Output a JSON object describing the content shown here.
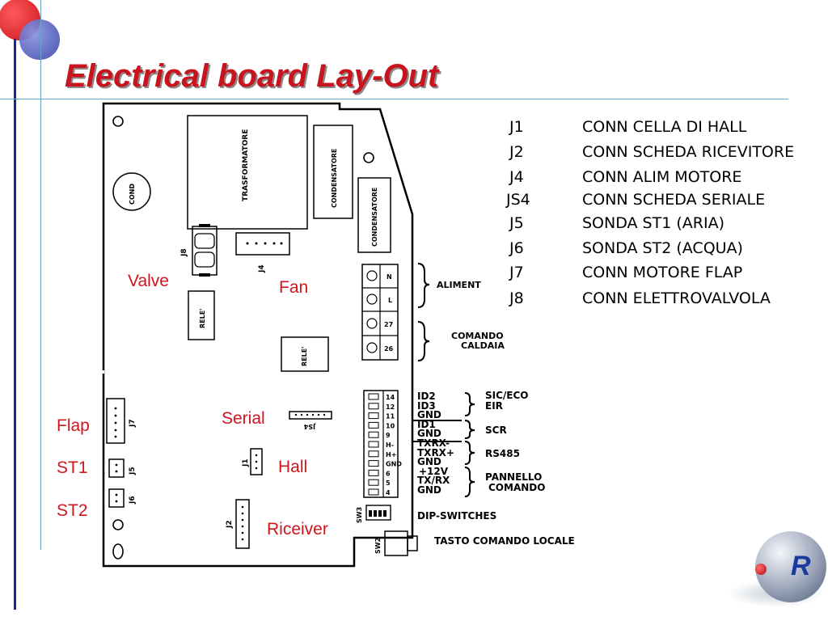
{
  "slide": {
    "title": "Electrical board Lay-Out",
    "colors": {
      "title": "#c8141e",
      "callout": "#d0141c",
      "accent_line": "#1a2a8a",
      "rule": "#5fa8c8"
    }
  },
  "board": {
    "components": {
      "trasformatore": "TRASFORMATORE",
      "condensatore1": "CONDENSATORE",
      "condensatore2": "CONDENSATORE",
      "cond": "COND",
      "rele1": "RELE'",
      "rele2": "RELE'",
      "j8": "J8",
      "j4": "J4",
      "j7": "J7",
      "j5": "J5",
      "j6": "J6",
      "j1": "J1",
      "j2": "J2",
      "js4": "JS4",
      "sw3": "SW3",
      "sw2": "SW2"
    },
    "power_terminals": [
      "N",
      "L",
      "27",
      "26"
    ],
    "groups": {
      "aliment": "ALIMENT",
      "comando_caldaia_1": "COMANDO",
      "comando_caldaia_2": "CALDAIA"
    },
    "bottom_terminal_pins": [
      "14",
      "12",
      "11",
      "10",
      "9",
      "H-",
      "H+",
      "GND",
      "6",
      "5",
      "4"
    ],
    "signals": [
      "ID2",
      "ID3",
      "GND",
      "ID1",
      "GND",
      "TXRX-",
      "TXRX+",
      "GND",
      "+12V",
      "TX/RX",
      "GND"
    ],
    "signal_groups": {
      "sic_eco": "SIC/ECO",
      "eir": "EIR",
      "scr": "SCR",
      "rs485": "RS485",
      "pannello": "PANNELLO",
      "comando": "COMANDO"
    },
    "dip_switches": "DIP-SWITCHES",
    "tasto": "TASTO COMANDO LOCALE"
  },
  "legend": [
    {
      "id": "J1",
      "desc": "CONN  CELLA  DI  HALL"
    },
    {
      "id": "J2",
      "desc": "CONN  SCHEDA  RICEVITORE"
    },
    {
      "id": "J4",
      "desc": "CONN  ALIM  MOTORE"
    },
    {
      "id": "JS4",
      "desc": "CONN  SCHEDA  SERIALE"
    },
    {
      "id": "J5",
      "desc": "SONDA  ST1  (ARIA)"
    },
    {
      "id": "J6",
      "desc": "SONDA  ST2  (ACQUA)"
    },
    {
      "id": "J7",
      "desc": "CONN  MOTORE  FLAP"
    },
    {
      "id": "J8",
      "desc": "CONN  ELETTROVALVOLA"
    }
  ],
  "callouts": {
    "valve": "Valve",
    "fan": "Fan",
    "flap": "Flap",
    "st1": "ST1",
    "st2": "ST2",
    "serial": "Serial",
    "hall": "Hall",
    "riceiver": "Riceiver"
  },
  "logo": {
    "letter": "R"
  }
}
